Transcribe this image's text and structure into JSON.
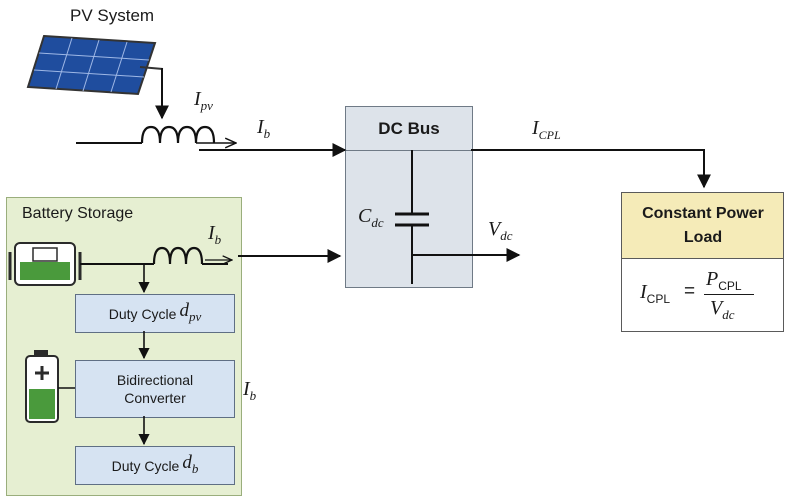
{
  "pv": {
    "title": "PV System"
  },
  "labels": {
    "i_pv_main": "I",
    "i_pv_sub": "pv",
    "i_b1_main": "I",
    "i_b1_sub": "b",
    "i_b2_main": "I",
    "i_b2_sub": "b",
    "i_b3_main": "I",
    "i_b3_sub": "b",
    "i_cpl_main": "I",
    "i_cpl_sub": "CPL",
    "cdc_main": "C",
    "cdc_sub": "dc",
    "vdc_main": "V",
    "vdc_sub": "dc"
  },
  "dc_bus": {
    "title": "DC Bus"
  },
  "battery": {
    "title": "Battery Storage"
  },
  "duty_pv": {
    "text": "Duty Cycle ",
    "var_main": "d",
    "var_sub": "pv"
  },
  "bidirectional": {
    "line1": "Bidirectional",
    "line2": "Converter"
  },
  "duty_b": {
    "text": "Duty Cycle ",
    "var_main": "d",
    "var_sub": "b"
  },
  "load": {
    "title_line1": "Constant Power",
    "title_line2": "Load",
    "eq_lhs_main": "I",
    "eq_lhs_sub": "CPL",
    "eq_equals": "=",
    "eq_num_main": "P",
    "eq_num_sub": "CPL",
    "eq_den_main": "V",
    "eq_den_sub": "dc"
  },
  "colors": {
    "battery_panel": "#e6efd2",
    "dc_bus_fill": "#dde3ea",
    "converter_fill": "#d6e3f2",
    "load_header": "#f5ebb8",
    "battery_green": "#4a9a3c",
    "panel_blue": "#1f4d9e"
  }
}
